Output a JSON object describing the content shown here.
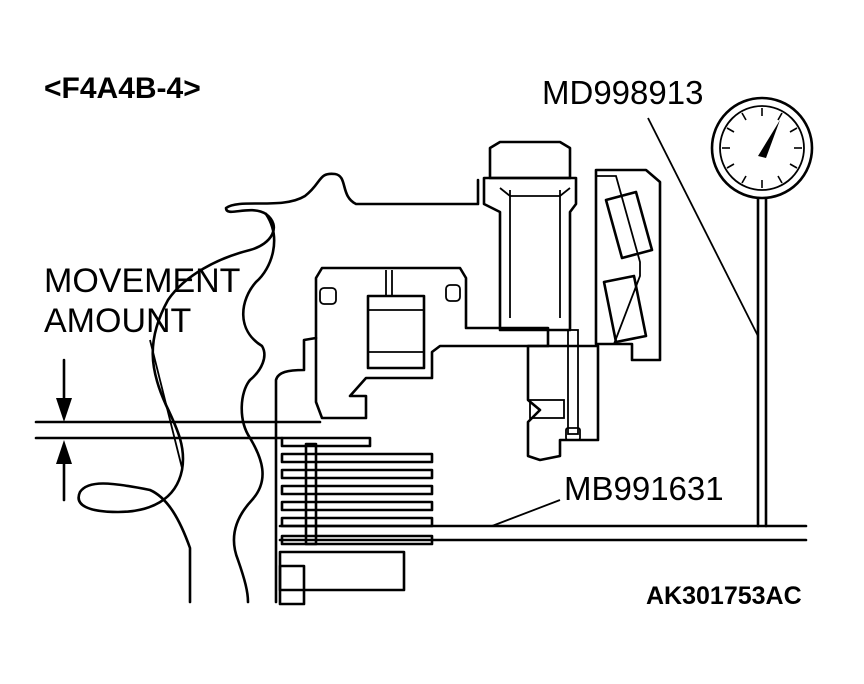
{
  "figure": {
    "title": "<F4A4B-4>",
    "labels": {
      "dial_gauge": "MD998913",
      "movement_line1": "MOVEMENT",
      "movement_line2": "AMOUNT",
      "tool": "MB991631"
    },
    "figure_code": "AK301753AC",
    "colors": {
      "line": "#000000",
      "background": "#ffffff"
    }
  }
}
